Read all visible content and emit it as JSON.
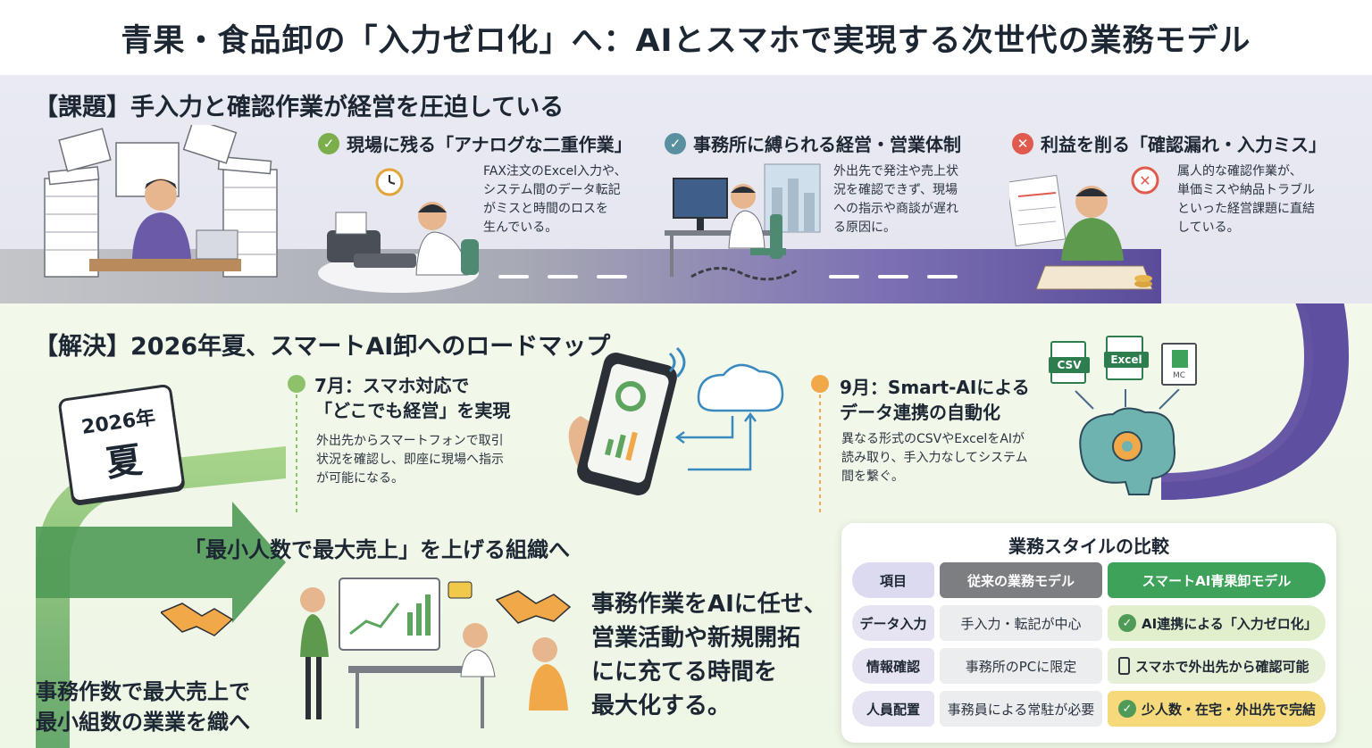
{
  "title": "青果・食品卸の「入力ゼロ化」へ：AIとスマホで実現する次世代の業務モデル",
  "problem": {
    "heading": "【課題】手入力と確認作業が経営を圧迫している",
    "cards": [
      {
        "icon": "check-circle-icon",
        "title": "現場に残る「アナログな二重作業」",
        "body": [
          "FAX注文のExcel入力や、",
          "システム間のデータ転記",
          "がミスと時間のロスを",
          "生んでいる。"
        ]
      },
      {
        "icon": "check-circle-icon",
        "title": "事務所に縛られる経営・営業体制",
        "body": [
          "外出先で発注や売上状",
          "況を確認できず、現場",
          "への指示や商談が遅れ",
          "る原因に。"
        ]
      },
      {
        "icon": "cross-circle-icon",
        "title": "利益を削る「確認漏れ・入力ミス」",
        "body": [
          "属人的な確認作業が、",
          "単価ミスや納品トラブル",
          "といった経営課題に直結",
          "している。"
        ]
      }
    ]
  },
  "solution": {
    "heading": "【解決】2026年夏、スマートAI卸へのロードマップ",
    "calendar": {
      "year": "2026年",
      "season": "夏"
    },
    "steps": [
      {
        "title": [
          "7月：スマホ対応で",
          "「どこでも経営」を実現"
        ],
        "body": [
          "外出先からスマートフォンで取引",
          "状況を確認し、即座に現場へ指示",
          "が可能になる。"
        ],
        "color": "#8dc26a"
      },
      {
        "title": [
          "9月：Smart-AIによる",
          "データ連携の自動化"
        ],
        "body": [
          "異なる形式のCSVやExcelをAIが",
          "読み取り、手入力なしてシステム",
          "間を繋ぐ。"
        ],
        "color": "#f0a848"
      }
    ],
    "file_labels": [
      "CSV",
      "Excel",
      "MC"
    ],
    "goal_heading": "「最小人数で最大売上」を上げる組織へ",
    "goal_text": [
      "事務作業をAIに任せ、",
      "営業活動や新規開拓",
      "にに充てる時間を",
      "最大化する。"
    ],
    "bottom_left": [
      "事務作数で最大売上で",
      "最小組数の業業を織へ"
    ]
  },
  "comparison": {
    "title": "業務スタイルの比較",
    "header": [
      "項目",
      "従来の業務モデル",
      "スマートAI青果卸モデル"
    ],
    "rows": [
      {
        "item": "データ入力",
        "old": "手入力・転記が中心",
        "new": "AI連携による「入力ゼロ化」",
        "icon": "check-circle-icon",
        "bg": "#e1efcc"
      },
      {
        "item": "情報確認",
        "old": "事務所のPCに限定",
        "new": "スマホで外出先から確認可能",
        "icon": "smartphone-icon",
        "bg": "#e6f0d6"
      },
      {
        "item": "人員配置",
        "old": "事務員による常駐が必要",
        "new": "少人数・在宅・外出先で完結",
        "icon": "check-circle-icon",
        "bg": "#f5d97a"
      }
    ]
  },
  "colors": {
    "accent_green": "#3fa25a",
    "road_gray": "#a9acb2",
    "road_purple": "#5b4f9c",
    "road_green": "#6aa84f"
  }
}
